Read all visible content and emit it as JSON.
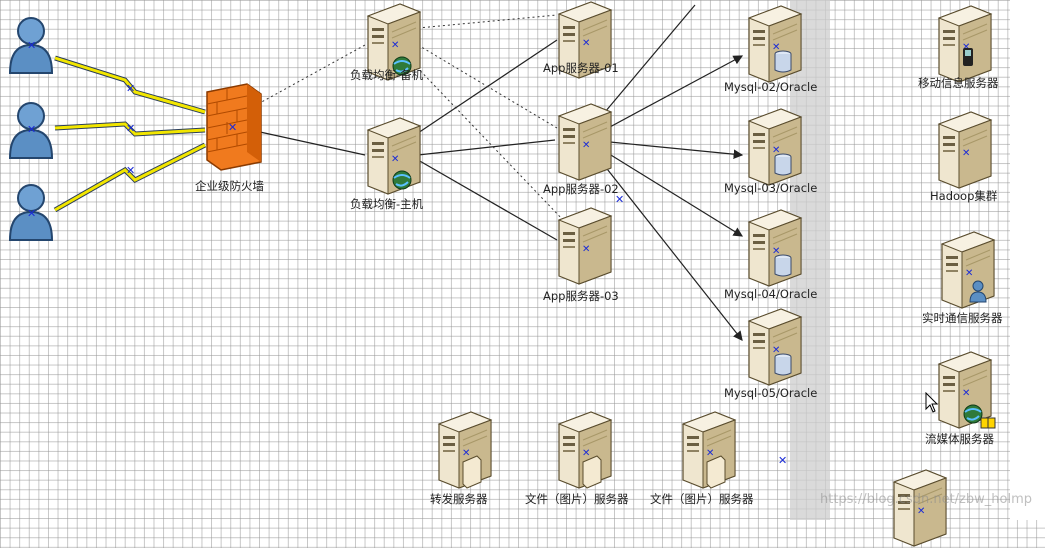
{
  "nodes": {
    "users": [
      "",
      "",
      ""
    ],
    "firewall": {
      "label": "企业级防火墙"
    },
    "lb_backup": {
      "label": "负载均衡-备机"
    },
    "lb_main": {
      "label": "负载均衡-主机"
    },
    "app01": {
      "label": "App服务器-01"
    },
    "app02": {
      "label": "App服务器-02"
    },
    "app03": {
      "label": "App服务器-03"
    },
    "mysql02": {
      "label": "Mysql-02/Oracle"
    },
    "mysql03": {
      "label": "Mysql-03/Oracle"
    },
    "mysql04": {
      "label": "Mysql-04/Oracle"
    },
    "mysql05": {
      "label": "Mysql-05/Oracle"
    },
    "mobile": {
      "label": "移动信息服务器"
    },
    "hadoop": {
      "label": "Hadoop集群"
    },
    "realtime": {
      "label": "实时通信服务器"
    },
    "stream": {
      "label": "流媒体服务器"
    },
    "forward": {
      "label": "转发服务器"
    },
    "file1": {
      "label": "文件（图片）服务器"
    },
    "file2": {
      "label": "文件（图片）服务器"
    }
  },
  "watermark": "https://blog.csdn.net/zbw_holmp",
  "colors": {
    "server_face": "#efe6cf",
    "server_side": "#c9b88e",
    "firewall": "#f07a1e",
    "user": "#5b8fc4",
    "lightning": "#f2e600",
    "x_mark": "#1a2bd6"
  }
}
